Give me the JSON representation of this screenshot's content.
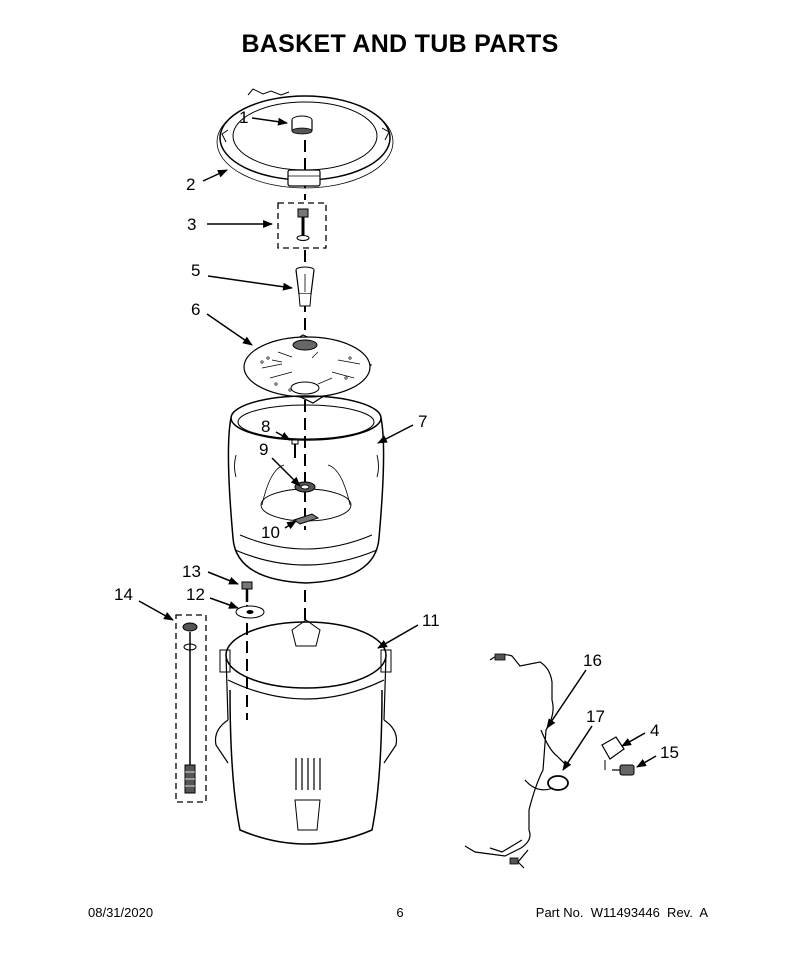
{
  "title": "BASKET AND TUB PARTS",
  "callouts": [
    {
      "id": "1",
      "label": "1"
    },
    {
      "id": "2",
      "label": "2"
    },
    {
      "id": "3",
      "label": "3"
    },
    {
      "id": "5",
      "label": "5"
    },
    {
      "id": "6",
      "label": "6"
    },
    {
      "id": "7",
      "label": "7"
    },
    {
      "id": "8",
      "label": "8"
    },
    {
      "id": "9",
      "label": "9"
    },
    {
      "id": "10",
      "label": "10"
    },
    {
      "id": "13",
      "label": "13"
    },
    {
      "id": "12",
      "label": "12"
    },
    {
      "id": "14",
      "label": "14"
    },
    {
      "id": "11",
      "label": "11"
    },
    {
      "id": "16",
      "label": "16"
    },
    {
      "id": "17",
      "label": "17"
    },
    {
      "id": "4",
      "label": "4"
    },
    {
      "id": "15",
      "label": "15"
    }
  ],
  "footer": {
    "date": "08/31/2020",
    "page": "6",
    "part": "Part No.  W11493446  Rev.  A"
  }
}
